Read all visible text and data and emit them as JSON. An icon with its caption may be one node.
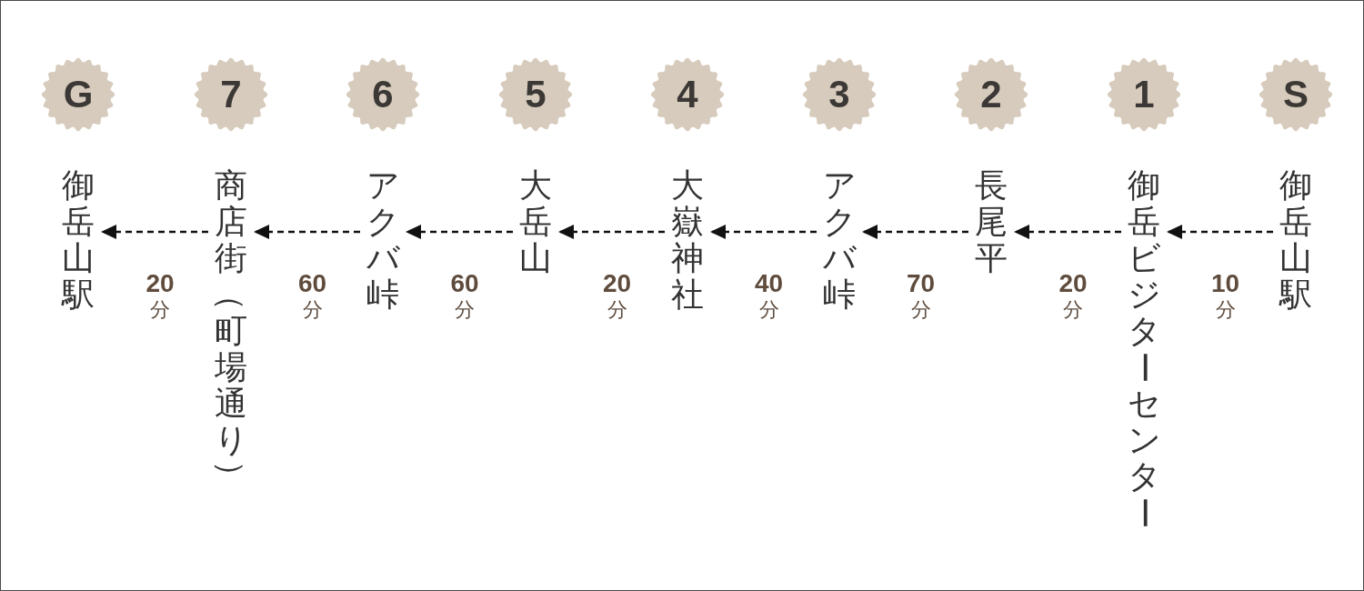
{
  "diagram": {
    "nodes": [
      {
        "text": [
          "G"
        ]
      },
      {
        "text": [
          "7"
        ]
      },
      {
        "text": [
          "6"
        ]
      },
      {
        "text": [
          "5"
        ]
      },
      {
        "text": [
          "4"
        ]
      },
      {
        "text": [
          "3"
        ]
      },
      {
        "text": [
          "2"
        ]
      },
      {
        "text": [
          "1"
        ]
      },
      {
        "text": [
          "S"
        ]
      },
      {
        "text": [
          "御岳山駅"
        ]
      },
      {
        "text": [
          "商店街（町場通り）"
        ]
      },
      {
        "text": [
          "アクバ峠"
        ]
      },
      {
        "text": [
          "大岳山"
        ]
      },
      {
        "text": [
          "大嶽神社"
        ]
      },
      {
        "text": [
          "アクバ峠"
        ]
      },
      {
        "text": [
          "長尾平"
        ]
      },
      {
        "text": [
          "御岳ビジターセンター"
        ]
      },
      {
        "text": [
          "御岳山駅"
        ]
      }
    ],
    "edges": [
      {
        "from": 17,
        "to": 16,
        "arrow": "to",
        "style": "dashed",
        "label": "**10**分"
      },
      {
        "from": 16,
        "to": 15,
        "arrow": "to",
        "style": "dashed",
        "label": "**20**分"
      },
      {
        "from": 15,
        "to": 14,
        "arrow": "to",
        "style": "dashed",
        "label": "**70**分"
      },
      {
        "from": 14,
        "to": 13,
        "arrow": "to",
        "style": "dashed",
        "label": "**40**分"
      },
      {
        "from": 13,
        "to": 12,
        "arrow": "to",
        "style": "dashed",
        "label": "**20**分"
      },
      {
        "from": 12,
        "to": 11,
        "arrow": "to",
        "style": "dashed",
        "label": "**60**分"
      },
      {
        "from": 11,
        "to": 10,
        "arrow": "to",
        "style": "dashed",
        "label": "**60**分"
      },
      {
        "from": 10,
        "to": 9,
        "arrow": "to",
        "style": "dashed",
        "label": "**20**分"
      }
    ]
  }
}
